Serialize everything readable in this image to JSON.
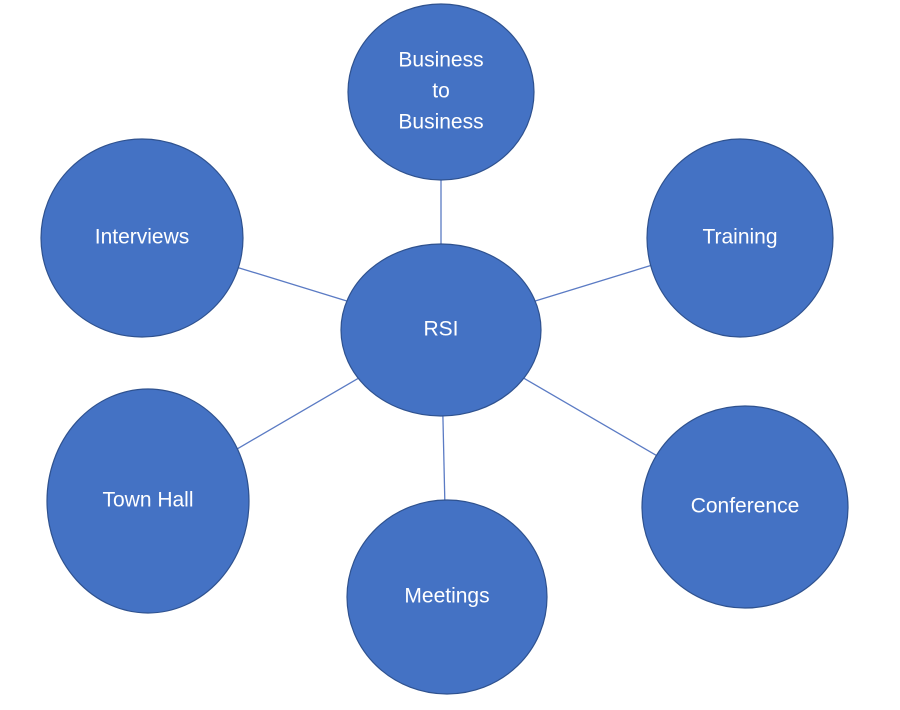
{
  "diagram": {
    "colors": {
      "node_fill": "#4472c4",
      "node_stroke": "#2f528f",
      "connector": "#5b7bc4",
      "label": "#ffffff",
      "background": "#ffffff"
    },
    "center": {
      "label_lines": [
        "RSI"
      ]
    },
    "nodes": [
      {
        "id": "business-to-business",
        "label_lines": [
          "Business",
          "to",
          "Business"
        ]
      },
      {
        "id": "training",
        "label_lines": [
          "Training"
        ]
      },
      {
        "id": "conference",
        "label_lines": [
          "Conference"
        ]
      },
      {
        "id": "meetings",
        "label_lines": [
          "Meetings"
        ]
      },
      {
        "id": "town-hall",
        "label_lines": [
          "Town Hall"
        ]
      },
      {
        "id": "interviews",
        "label_lines": [
          "Interviews"
        ]
      }
    ]
  }
}
